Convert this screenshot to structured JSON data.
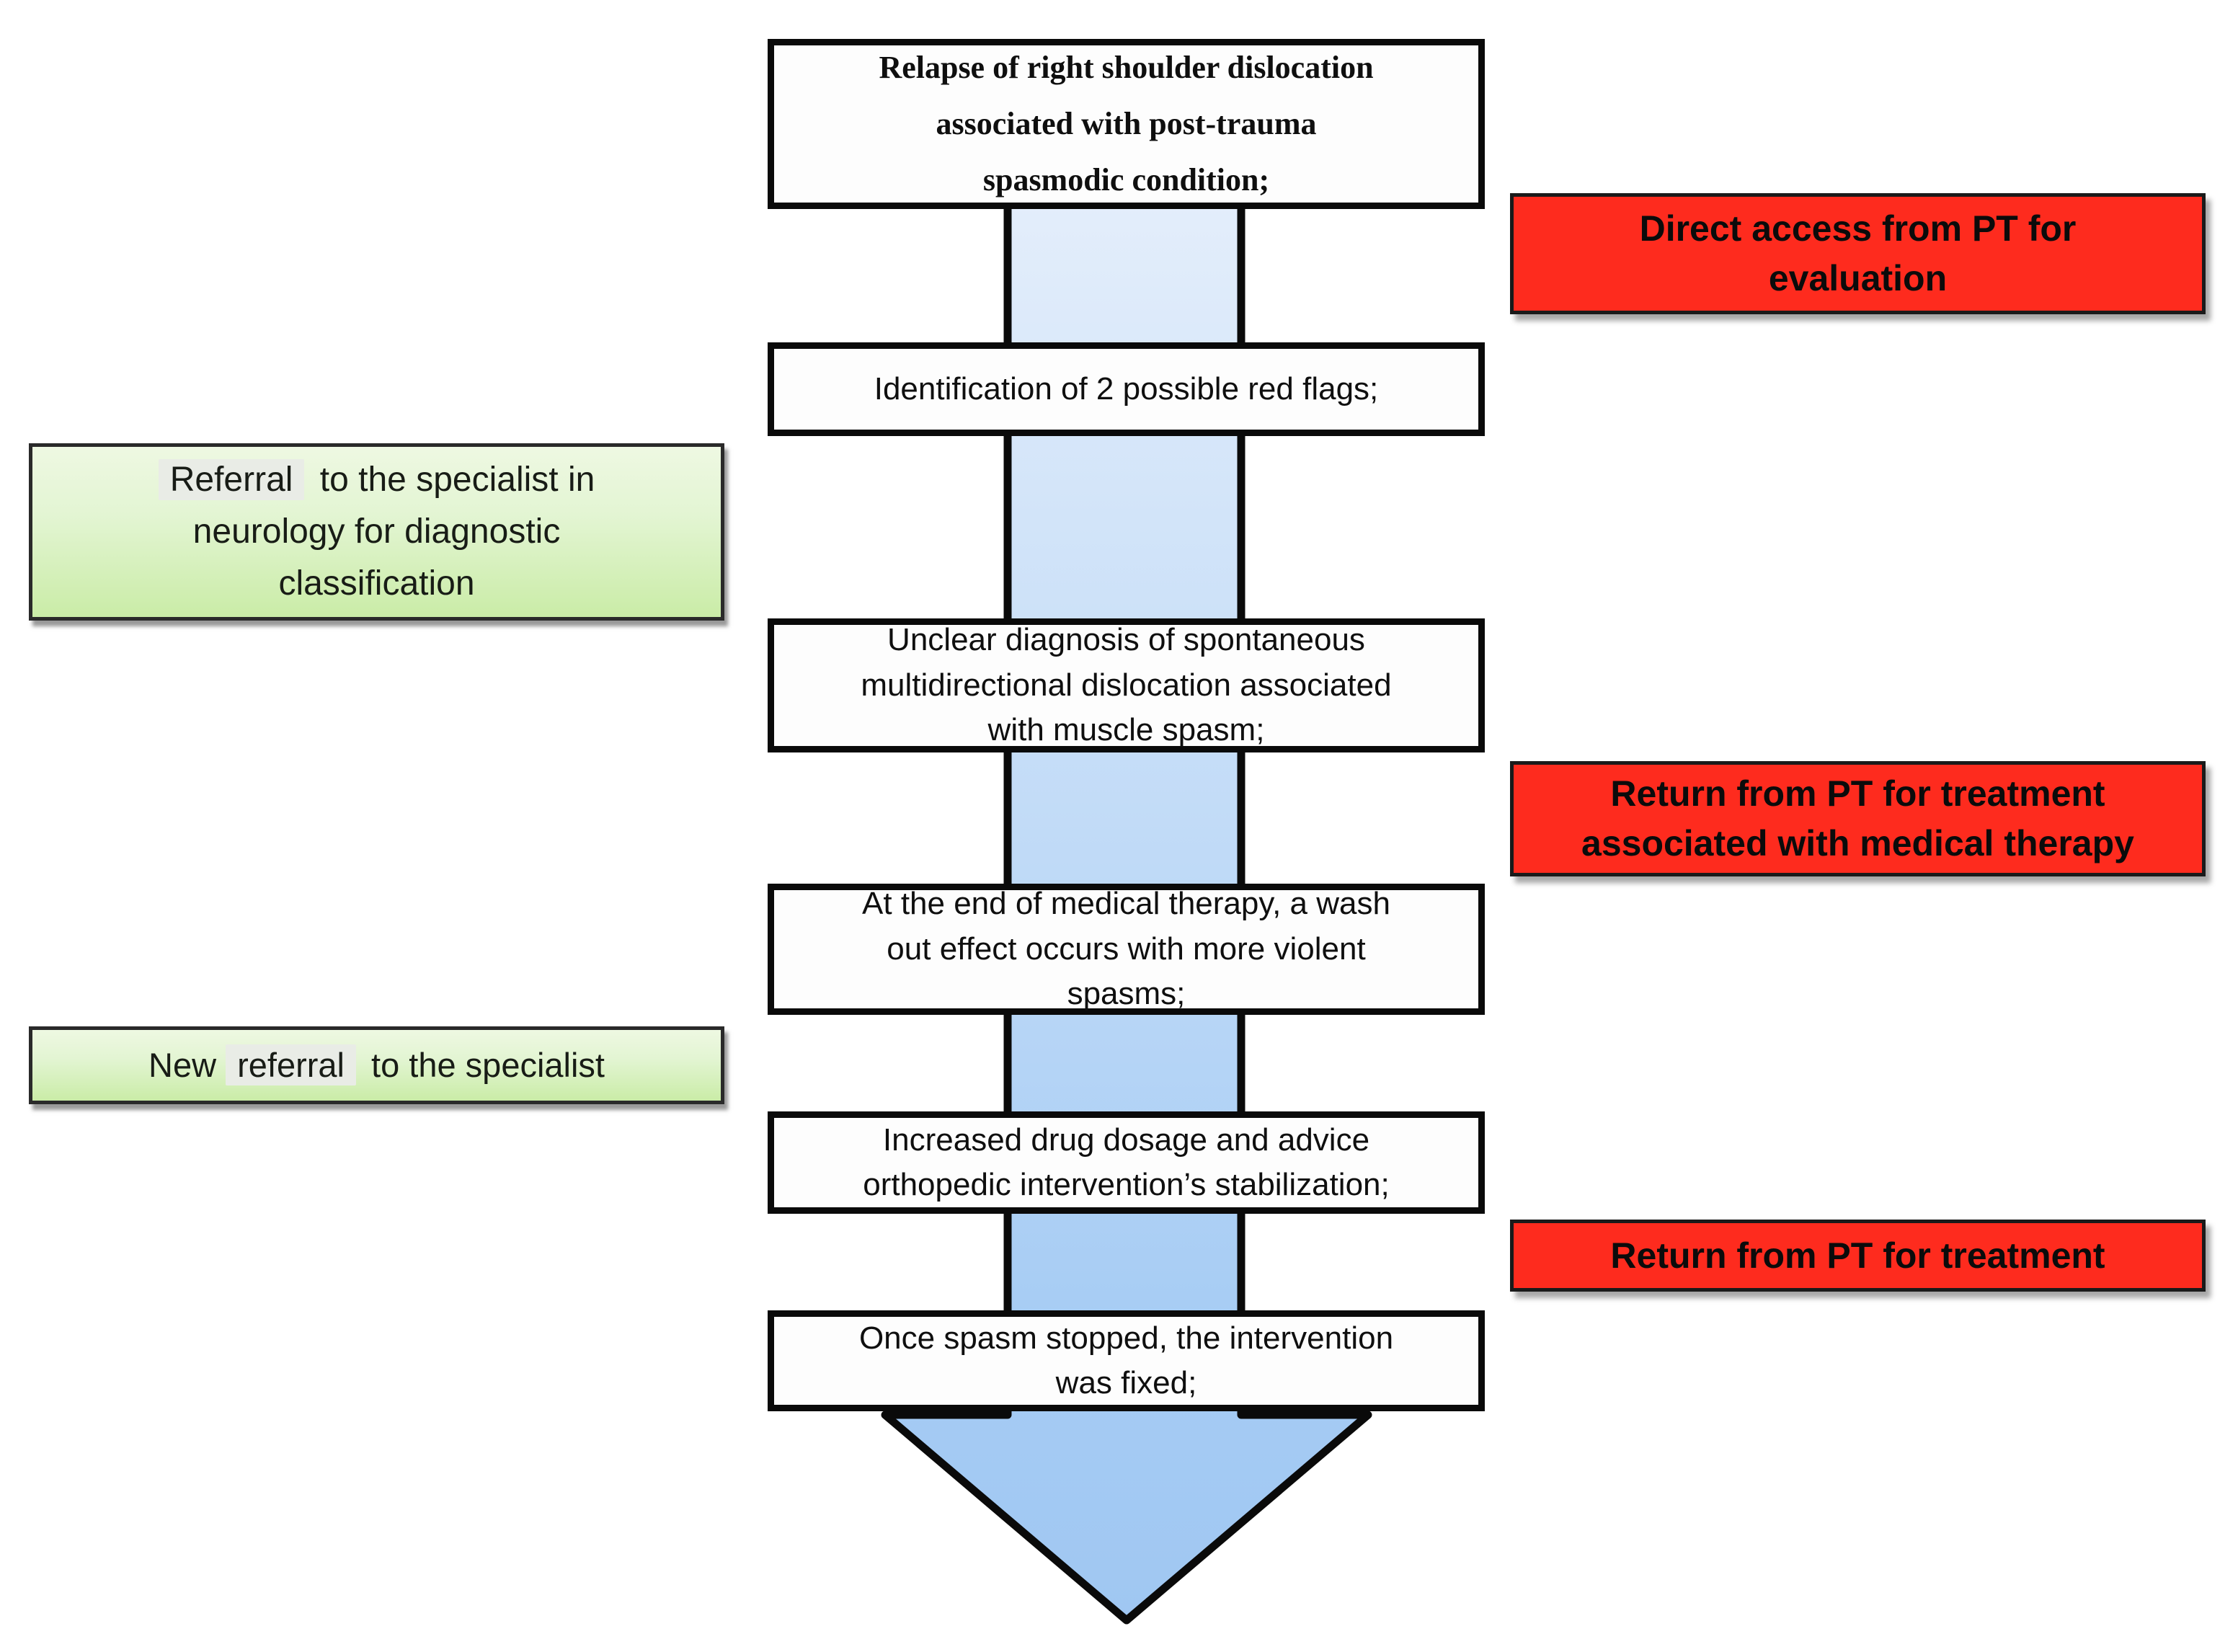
{
  "diagram_type": "clinical-pathway-flowchart",
  "flow_steps": [
    {
      "text": "Relapse of right shoulder dislocation\nassociated with post-trauma\nspasmodic condition;"
    },
    {
      "text": "Identification of 2 possible red flags;"
    },
    {
      "text": "Unclear diagnosis of spontaneous\nmultidirectional dislocation associated\nwith muscle spasm;"
    },
    {
      "text": "At the end of medical therapy, a wash\nout effect occurs with more violent\nspasms;"
    },
    {
      "text": "Increased drug dosage and advice\northopedic intervention’s stabilization;"
    },
    {
      "text": "Once spasm stopped, the intervention\nwas fixed;"
    }
  ],
  "right_annotations": [
    {
      "text": "Direct access from PT for\nevaluation"
    },
    {
      "text": "Return from PT for treatment\nassociated with medical therapy"
    },
    {
      "text": "Return from PT for treatment"
    }
  ],
  "left_annotations": [
    {
      "prefix": "",
      "highlight": "Referral",
      "suffix": " to the specialist in neurology for diagnostic classification"
    },
    {
      "prefix": "New ",
      "highlight": "referral",
      "suffix": " to the specialist"
    }
  ],
  "colors": {
    "red_annotation_bg": "#fe2b1e",
    "green_annotation_top": "#eef8e2",
    "green_annotation_bottom": "#caeca7",
    "highlight_bg": "#e9ece6",
    "arrow_gradient_top": "#e4eefb",
    "arrow_gradient_bottom": "#a0c7f2",
    "arrow_outline": "#0a0a0a",
    "step_box_bg": "#fdfdfd",
    "step_box_border": "#0a0a0a",
    "text": "#0f0f0f"
  }
}
